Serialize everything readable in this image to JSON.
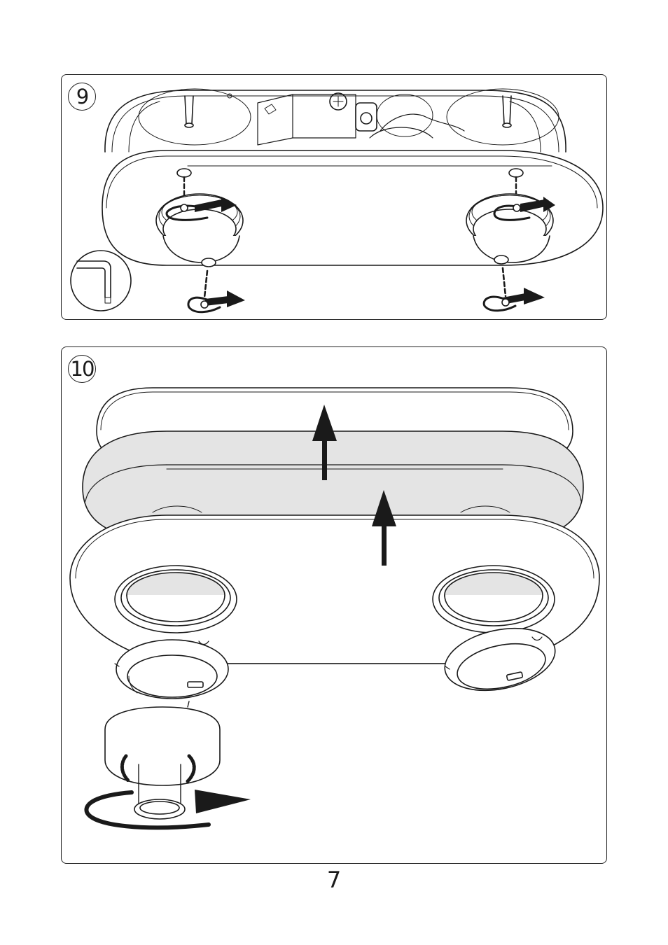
{
  "steps": [
    {
      "number": "9"
    },
    {
      "number": "10"
    }
  ],
  "page": {
    "number": "7"
  },
  "colors": {
    "line": "#1a1a1a",
    "shade": "#e4e4e4",
    "paper": "#ffffff"
  },
  "icons": [
    "allen-key-icon",
    "rotate-arrow-icon",
    "up-arrow-icon"
  ]
}
